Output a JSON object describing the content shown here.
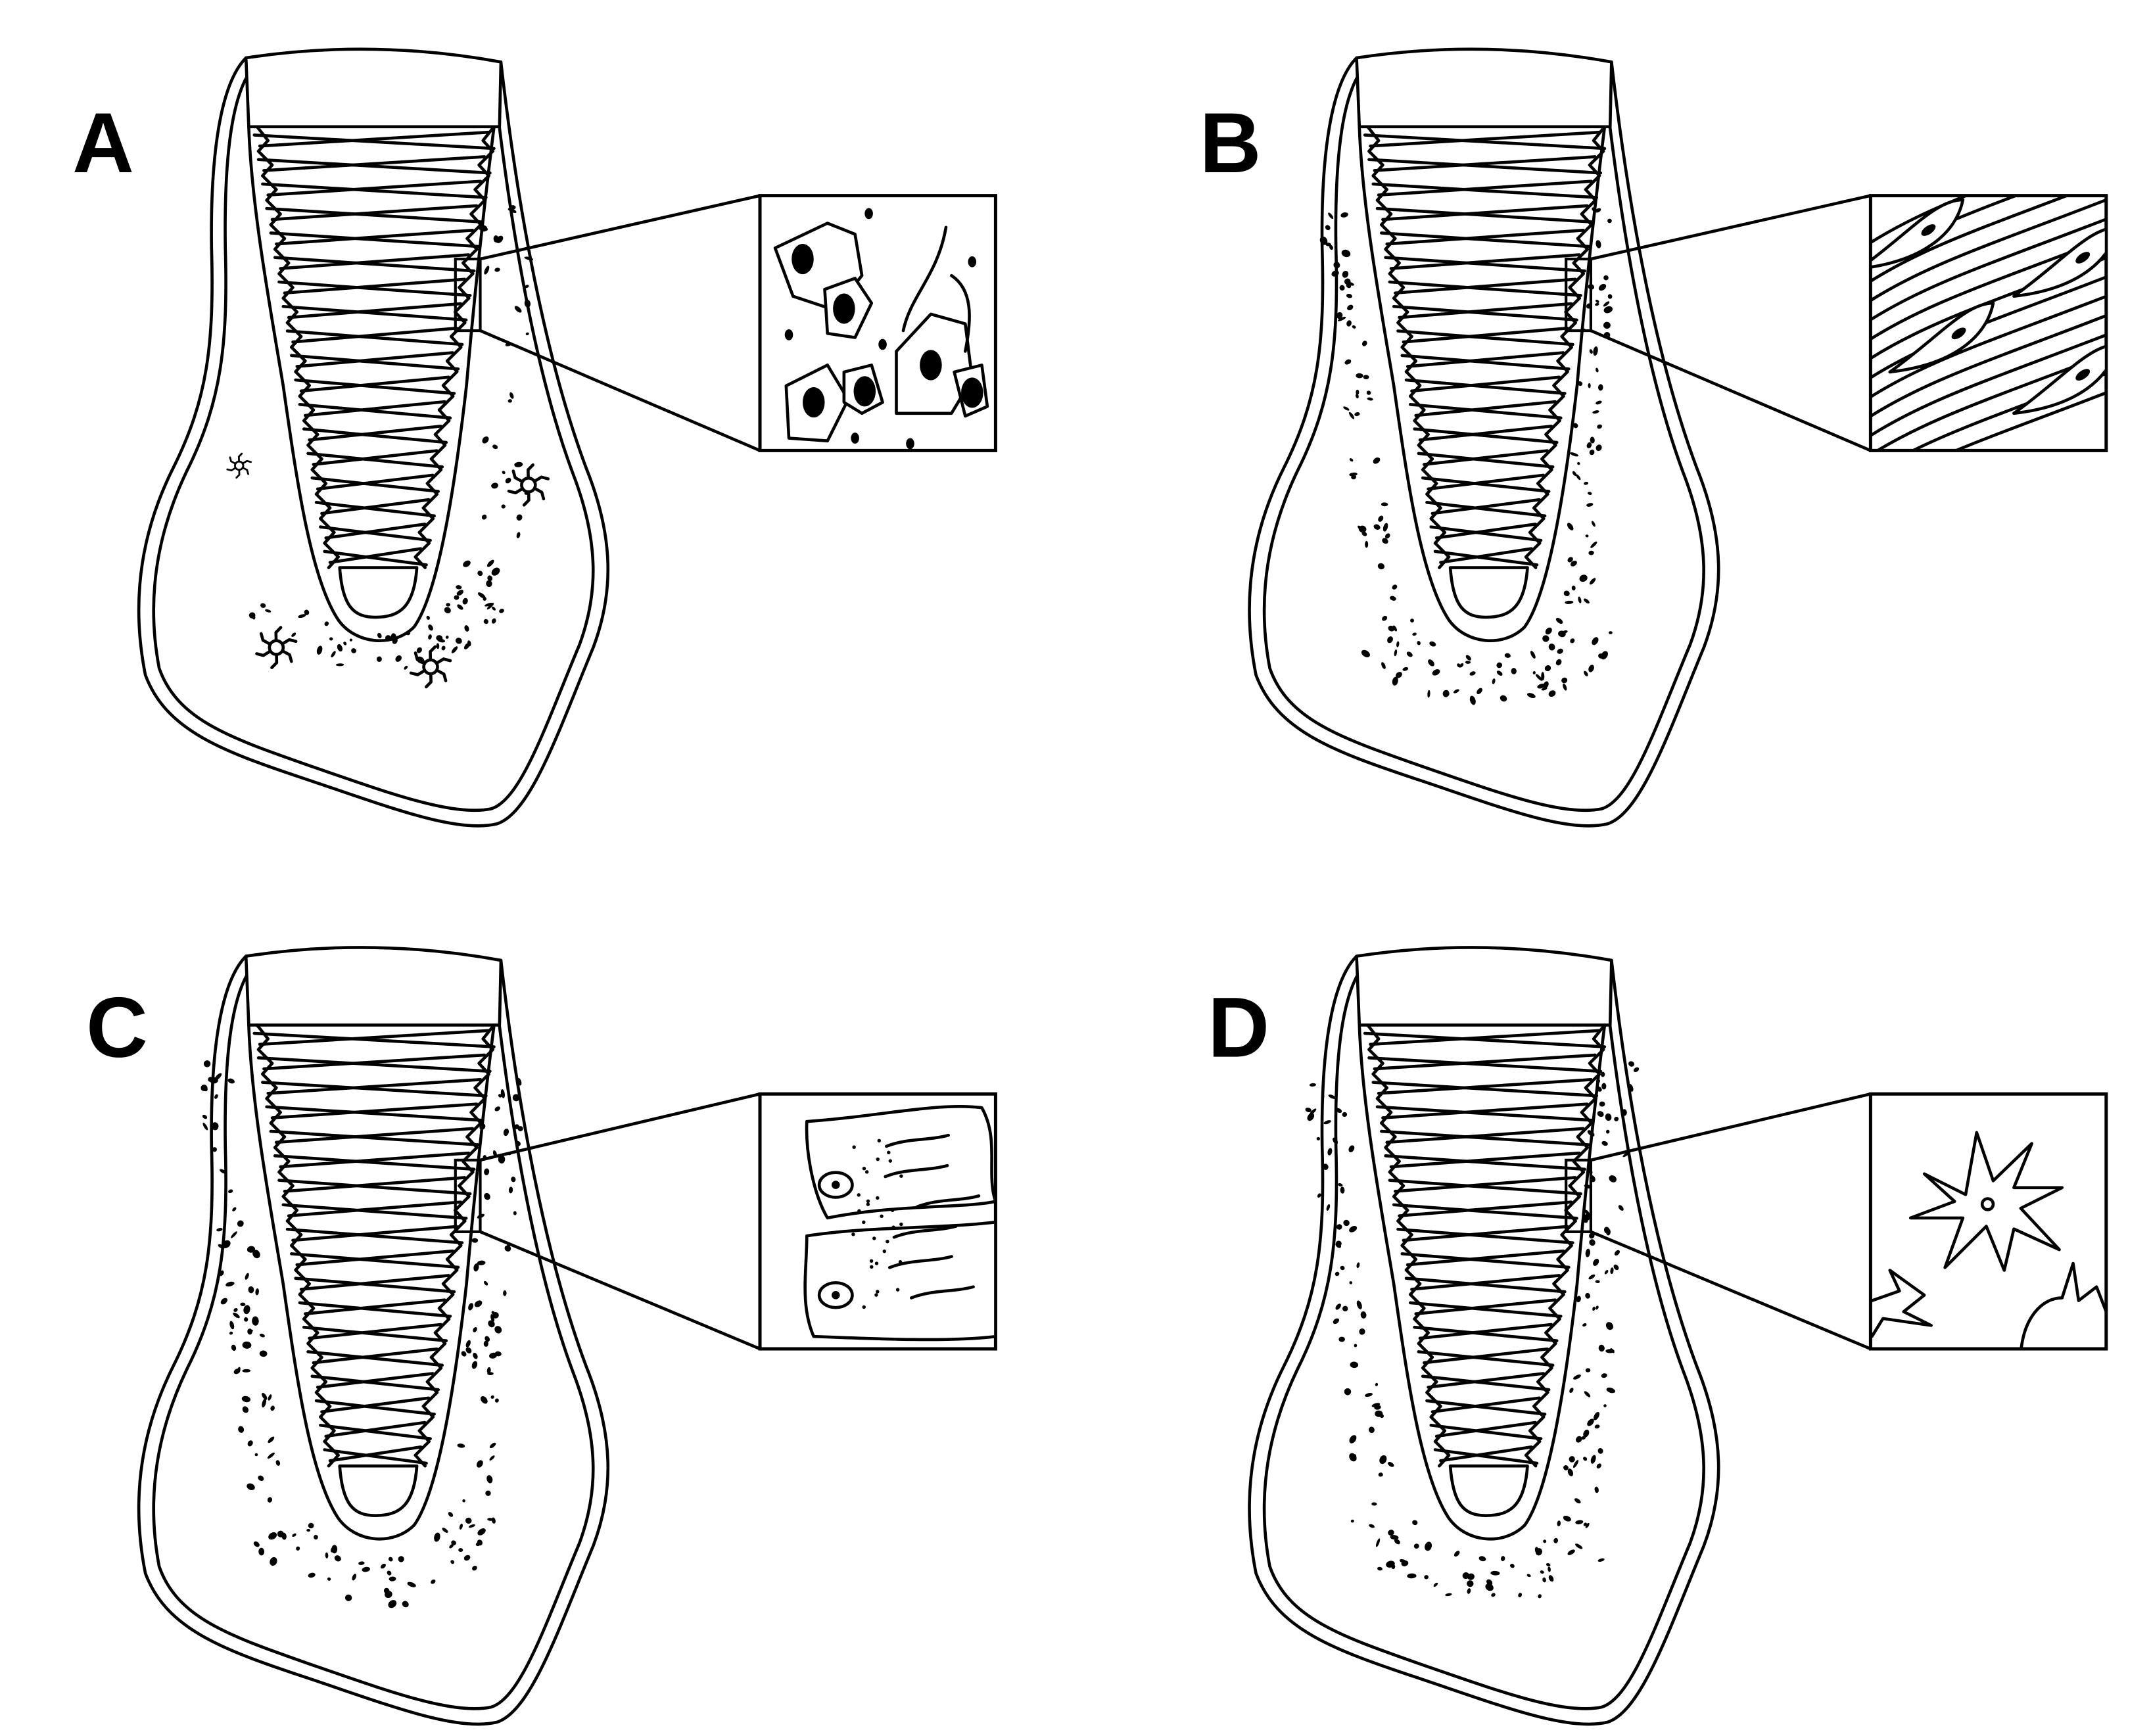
{
  "panels": [
    {
      "label": "A",
      "inset": "inflammatory-cells",
      "bacteria": true
    },
    {
      "label": "B",
      "inset": "fibroblasts",
      "bacteria": false
    },
    {
      "label": "C",
      "inset": "osteoblasts-bone",
      "bacteria": false
    },
    {
      "label": "D",
      "inset": "osteocytes",
      "bacteria": false
    }
  ],
  "colors": {
    "line": "#000000",
    "background": "#ffffff"
  }
}
